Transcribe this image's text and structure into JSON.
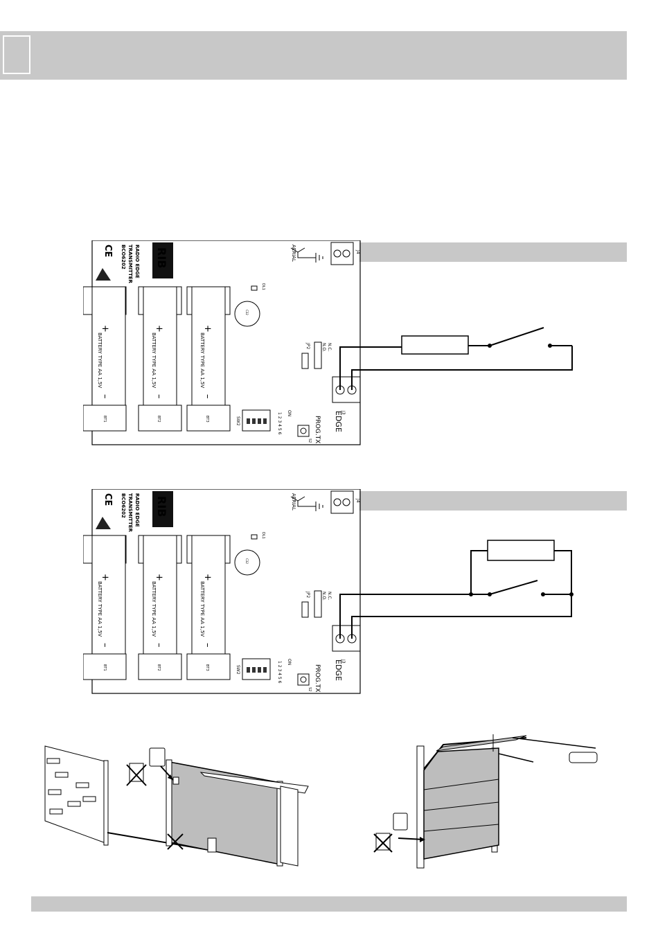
{
  "header": {
    "box_label": ""
  },
  "board": {
    "brand": "RIB",
    "title_line1": "RADIO EDGE",
    "title_line2": "TRANSMITTER",
    "code": "BCO6202",
    "ce": "CE",
    "aerial": "AERIAL",
    "j4": "J4",
    "j3": "J3",
    "edge": "EDGE",
    "jp2": "JP2",
    "nc": "N.C.",
    "no": "N.O.",
    "battery_text": "BATTERY TYPE AA 1,5V",
    "plus": "+",
    "minus": "–",
    "bt1": "BT1",
    "bt2": "BT2",
    "bt3": "BT3",
    "sw2": "SW2",
    "on": "ON",
    "dip_numbers": "1 2 3 4 5 6",
    "prog_tx": "PROG.TX",
    "s2": "S2",
    "dl1": "DL1",
    "c32": "C32"
  },
  "diagrams": [
    {
      "id": "nc-series",
      "description": ""
    },
    {
      "id": "no-parallel",
      "description": ""
    }
  ]
}
